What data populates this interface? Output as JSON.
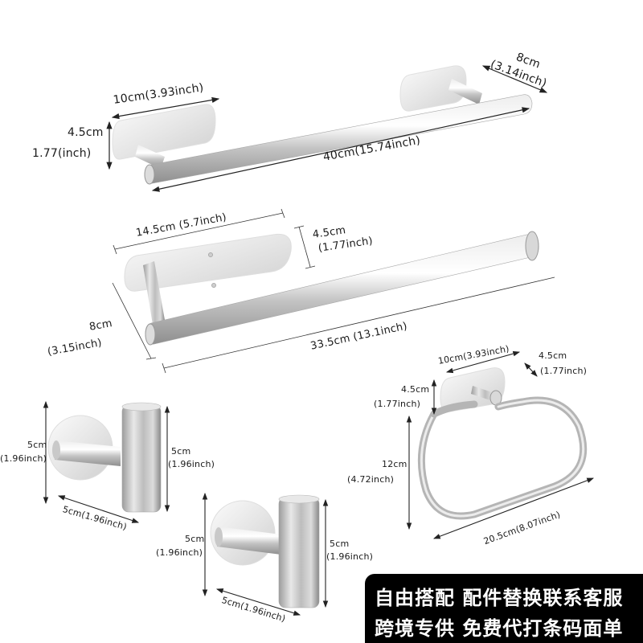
{
  "products": {
    "towel_bar_long": {
      "name": "40cm towel bar",
      "base_width": "10cm(3.93inch)",
      "base_height_cm": "4.5cm",
      "base_height_in": "1.77(inch)",
      "depth_cm": "8cm",
      "depth_in": "(3.14inch)",
      "length": "40cm(15.74inch)"
    },
    "paper_holder": {
      "name": "paper towel holder",
      "base_width": "14.5cm (5.7inch)",
      "base_height_cm": "4.5cm",
      "base_height_in": "(1.77inch)",
      "depth_cm": "8cm",
      "depth_in": "(3.15inch)",
      "length": "33.5cm (13.1inch)"
    },
    "towel_ring": {
      "name": "towel ring",
      "base_width": "10cm(3.93inch)",
      "depth_cm": "4.5cm",
      "depth_in": "(1.77inch)",
      "base_height_cm": "4.5cm",
      "base_height_in": "(1.77inch)",
      "ring_height_cm": "12cm",
      "ring_height_in": "(4.72inch)",
      "ring_width": "20.5cm(8.07inch)"
    },
    "hook_1": {
      "name": "robe hook",
      "base_height_cm": "5cm",
      "base_height_in": "(1.96inch)",
      "hook_height_cm": "5cm",
      "hook_height_in": "(1.96inch)",
      "depth": "5cm(1.96inch)"
    },
    "hook_2": {
      "name": "robe hook",
      "base_height_cm": "5cm",
      "base_height_in": "(1.96inch)",
      "hook_height_cm": "5cm",
      "hook_height_in": "(1.96inch)",
      "depth": "5cm(1.96inch)"
    }
  },
  "banner": {
    "line1": "自由搭配  配件替换联系客服",
    "line2": "跨境专供  免费代打条码面单",
    "background": "#000000",
    "text_color": "#ffffff"
  },
  "colors": {
    "steel_light": "#f2f2f2",
    "steel_mid": "#c8c8c8",
    "steel_dark": "#9a9a9a",
    "dimension_line": "#222222"
  }
}
